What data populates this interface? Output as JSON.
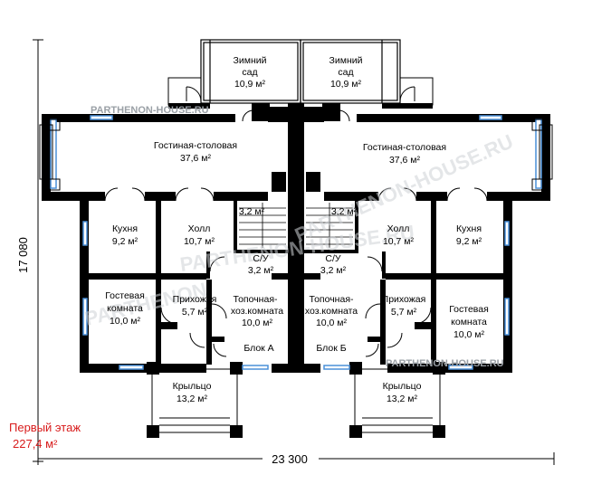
{
  "rooms": {
    "winter_garden_l_name": "Зимний",
    "winter_garden_l_name2": "сад",
    "winter_garden_l_area": "10,9 м²",
    "winter_garden_r_name": "Зимний",
    "winter_garden_r_name2": "сад",
    "winter_garden_r_area": "10,9 м²",
    "living_l_name": "Гостиная-столовая",
    "living_l_area": "37,6 м²",
    "living_r_name": "Гостиная-столовая",
    "living_r_area": "37,6 м²",
    "kitchen_l_name": "Кухня",
    "kitchen_l_area": "9,2 м²",
    "kitchen_r_name": "Кухня",
    "kitchen_r_area": "9,2 м²",
    "hall_l_name": "Холл",
    "hall_l_area": "10,7 м²",
    "hall_r_name": "Холл",
    "hall_r_area": "10,7 м²",
    "stair_l_area": "3,2 м²",
    "stair_r_area": "3,2 м²",
    "wc_l_name": "С/У",
    "wc_l_area": "3,2 м²",
    "wc_r_name": "С/У",
    "wc_r_area": "3,2 м²",
    "guest_l_name": "Гостевая",
    "guest_l_name2": "комната",
    "guest_l_area": "10,0 м²",
    "guest_r_name": "Гостевая",
    "guest_r_name2": "комната",
    "guest_r_area": "10,0 м²",
    "entry_l_name": "Прихожая",
    "entry_l_area": "5,7 м²",
    "entry_r_name": "Прихожая",
    "entry_r_area": "5,7 м²",
    "boiler_l_name": "Топочная-",
    "boiler_l_name2": "хоз.комната",
    "boiler_l_area": "10,0 м²",
    "boiler_r_name": "Топочная-",
    "boiler_r_name2": "хоз.комната",
    "boiler_r_area": "10,0 м²",
    "porch_l_name": "Крыльцо",
    "porch_l_area": "13,2 м²",
    "porch_r_name": "Крыльцо",
    "porch_r_area": "13,2 м²"
  },
  "blocks": {
    "a": "Блок А",
    "b": "Блок Б"
  },
  "dimensions": {
    "width": "23 300",
    "height": "17 080"
  },
  "floor": {
    "title": "Первый этаж",
    "area": "227,4 м²"
  },
  "watermarks": {
    "top": "PARTHENON-HOUSE.RU",
    "bottom": "PARTHENON-HOUSE.RU",
    "diagonal_r": "PARTHENON-HOUSE.RU",
    "diagonal_c": "PARTHENON-HOUSE.RU",
    "diagonal_l": "PARTHENON"
  },
  "colors": {
    "wall": "#000000",
    "window": "#4a90d9",
    "label_red": "#d81b1b",
    "watermark": "#9aa0a6"
  }
}
